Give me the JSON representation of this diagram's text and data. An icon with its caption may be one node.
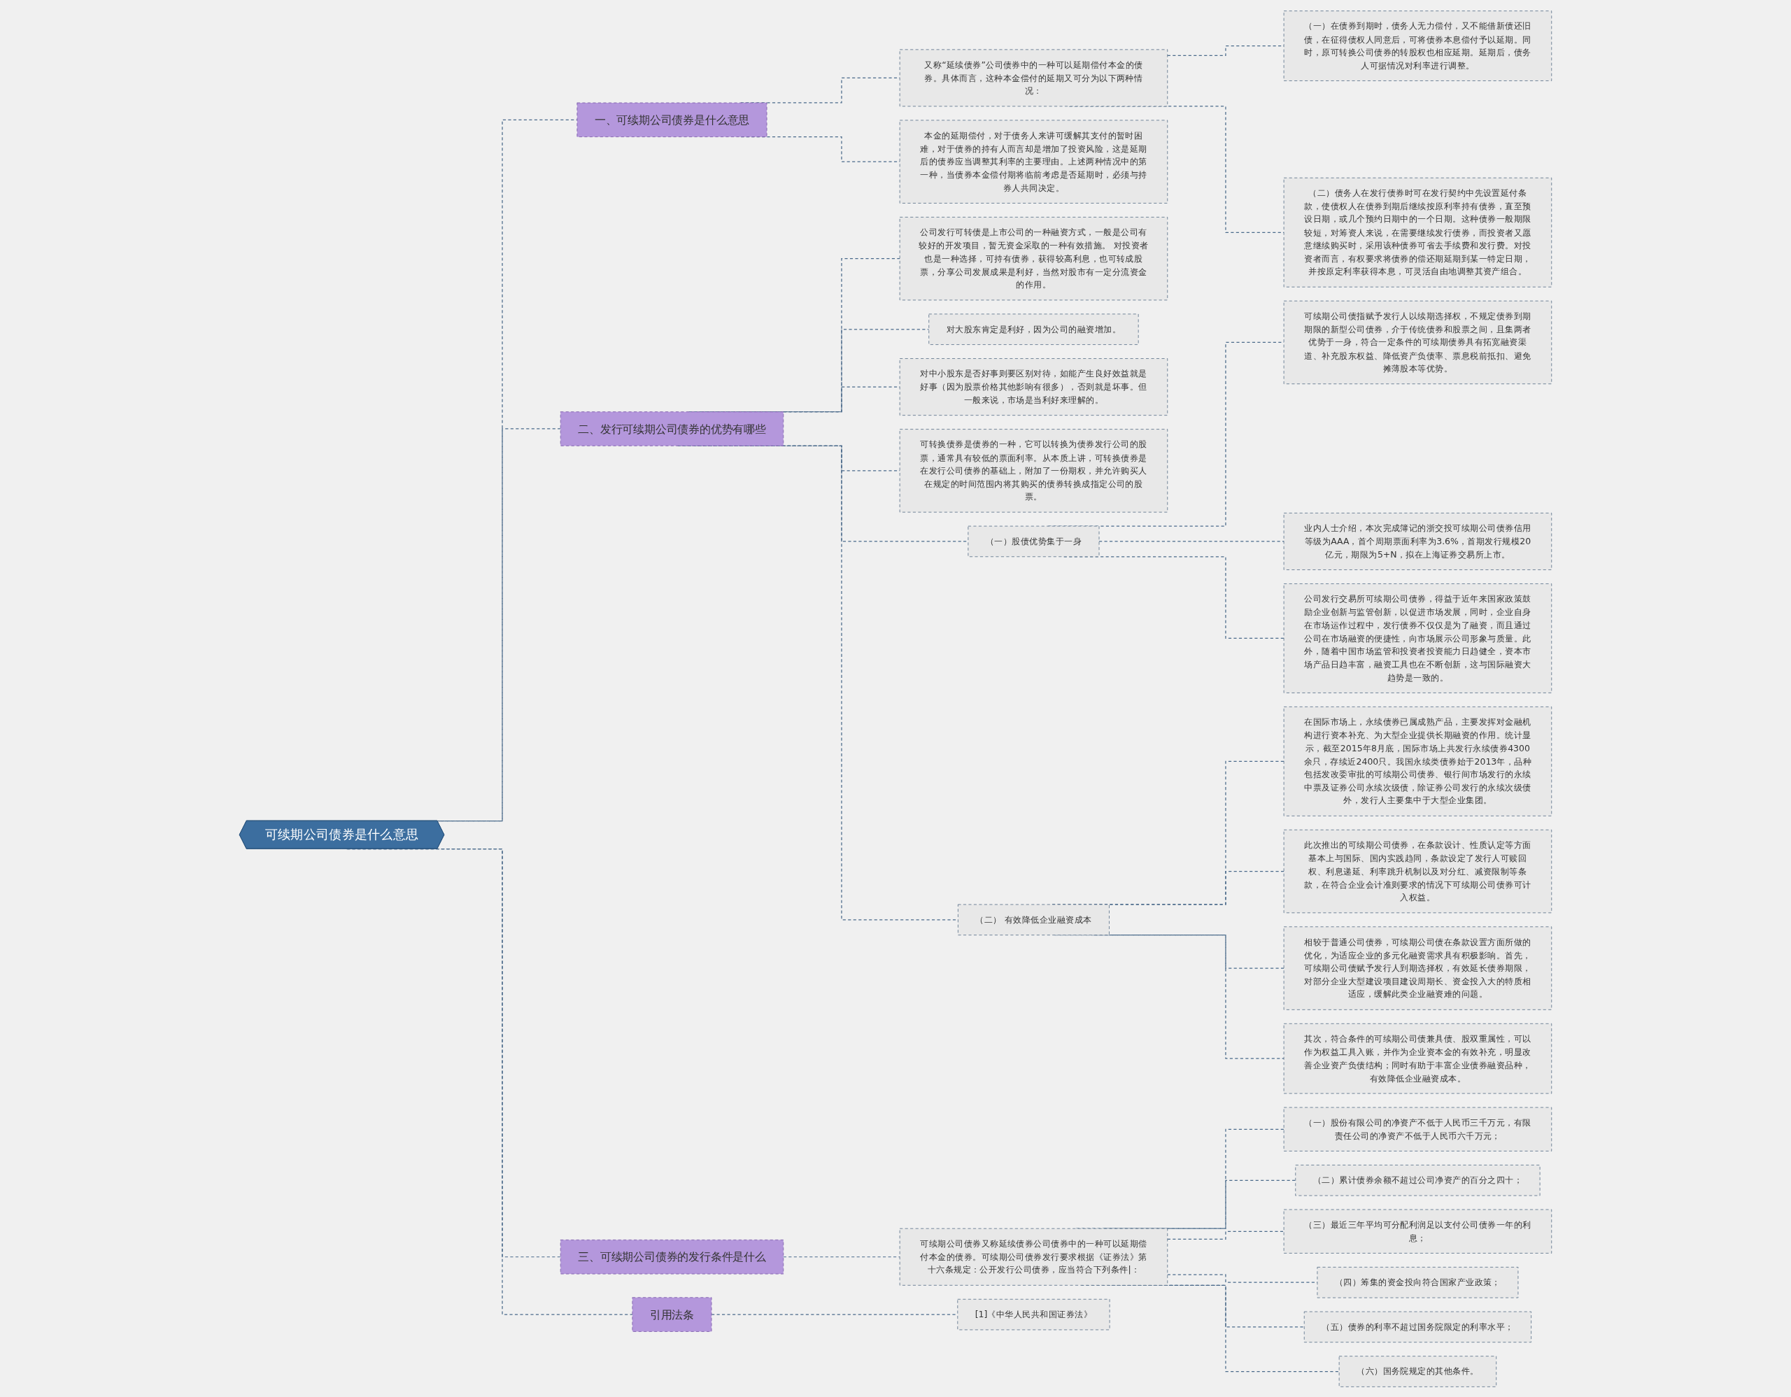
{
  "diagram": {
    "nodes": [
      {
        "text": [
          "可续期公司债券是什么意思"
        ]
      },
      {
        "text": [
          "一、可续期公司债券是什么意思"
        ]
      },
      {
        "text": [
          "又称“延续债券”公司债券中的一种可以延期偿付本金的债券。具体而言，这种本金偿付的延期又可分为以下两种情况："
        ]
      },
      {
        "text": [
          "（一）在债券到期时，债务人无力偿付，又不能借新债还旧债，在征得债权人同意后，可将债券本息偿付予以延期。同时，原可转换公司债券的转股权也相应延期。延期后，债务人可据情况对利率进行调整。"
        ]
      },
      {
        "text": [
          "（二）债务人在发行债券时可在发行契约中先设置延付条款，使债权人在债券到期后继续按原利率持有债券，直至预设日期，或几个预约日期中的一个日期。这种债券一般期限较短，对筹资人来说，在需要继续发行债券，而投资者又愿意继续购买时，采用该种债券可省去手续费和发行费。对投资者而言，有权要求将债券的偿还期延期到某一特定日期，并按原定利率获得本息，可灵活自由地调整其资产组合。"
        ]
      },
      {
        "text": [
          "本金的延期偿付，对于债务人来讲可缓解其支付的暂时困难，对于债券的持有人而言却是增加了投资风险，这是延期后的债券应当调整其利率的主要理由。上述两种情况中的第一种，当债券本金偿付期将临前考虑是否延期时，必须与持券人共同决定。"
        ]
      },
      {
        "text": [
          "二、发行可续期公司债券的优势有哪些"
        ]
      },
      {
        "text": [
          "公司发行可转债是上市公司的一种融资方式，一般是公司有较好的开发项目，暂无资金采取的一种有效措施。 对投资者也是一种选择，可持有债券，获得较高利息，也可转成股票，分享公司发展成果是利好，当然对股市有一定分流资金的作用。"
        ]
      },
      {
        "text": [
          "对大股东肯定是利好，因为公司的融资增加。"
        ]
      },
      {
        "text": [
          "对中小股东是否好事则要区别对待，如能产生良好效益就是好事（因为股票价格其他影响有很多），否则就是坏事。但一般来说，市场是当利好来理解的。"
        ]
      },
      {
        "text": [
          "可转换债券是债券的一种，它可以转换为债券发行公司的股票，通常具有较低的票面利率。从本质上讲，可转换债券是在发行公司债券的基础上，附加了一份期权，并允许购买人在规定的时间范围内将其购买的债券转换成指定公司的股票。"
        ]
      },
      {
        "text": [
          "（一）股债优势集于一身"
        ]
      },
      {
        "text": [
          "可续期公司债指赋予发行人以续期选择权，不规定债券到期期限的新型公司债券，介于传统债券和股票之间，且集两者优势于一身，符合一定条件的可续期债券具有拓宽融资渠道、补充股东权益、降低资产负债率、票息税前抵扣、避免摊薄股本等优势。"
        ]
      },
      {
        "text": [
          "业内人士介绍，本次完成簿记的浙交投可续期公司债券信用等级为AAA，首个周期票面利率为3.6%，首期发行规模20亿元，期限为5+N，拟在上海证券交易所上市。"
        ]
      },
      {
        "text": [
          "公司发行交易所可续期公司债券，得益于近年来国家政策鼓励企业创新与监管创新，以促进市场发展，同时，企业自身在市场运作过程中，发行债券不仅仅是为了融资，而且通过公司在市场融资的便捷性，向市场展示公司形象与质量。此外，随着中国市场监管和投资者投资能力日趋健全，资本市场产品日趋丰富，融资工具也在不断创新，这与国际融资大趋势是一致的。"
        ]
      },
      {
        "text": [
          "（二） 有效降低企业融资成本"
        ]
      },
      {
        "text": [
          "在国际市场上，永续债券已属成熟产品，主要发挥对金融机构进行资本补充、为大型企业提供长期融资的作用。统计显示，截至2015年8月底，国际市场上共发行永续债券4300余只，存续近2400只。我国永续类债券始于2013年，品种包括发改委审批的可续期公司债券、银行间市场发行的永续中票及证券公司永续次级债，除证券公司发行的永续次级债外，发行人主要集中于大型企业集团。"
        ]
      },
      {
        "text": [
          "此次推出的可续期公司债券，在条款设计、性质认定等方面基本上与国际、国内实践趋同，条款设定了发行人可赎回权、利息递延、利率跳升机制以及对分红、减资限制等条款，在符合企业会计准则要求的情况下可续期公司债券可计入权益。"
        ]
      },
      {
        "text": [
          "相较于普通公司债券，可续期公司债在条款设置方面所做的优化，为适应企业的多元化融资需求具有积极影响。首先，可续期公司债赋予发行人到期选择权，有效延长债券期限，对部分企业大型建设项目建设周期长、资金投入大的特质相适应，缓解此类企业融资难的问题。"
        ]
      },
      {
        "text": [
          "其次，符合条件的可续期公司债兼具债、股双重属性，可以作为权益工具入账，并作为企业资本金的有效补充，明显改善企业资产负债结构；同时有助于丰富企业债券融资品种，有效降低企业融资成本。"
        ]
      },
      {
        "text": [
          "三、可续期公司债券的发行条件是什么"
        ]
      },
      {
        "text": [
          "可续期公司债券又称延续债券公司债券中的一种可以延期偿付本金的债券。可续期公司债券发行要求根据《证券法》第十六条规定：公开发行公司债券，应当符合下列条件|："
        ]
      },
      {
        "text": [
          "（一）股份有限公司的净资产不低于人民币三千万元，有限责任公司的净资产不低于人民币六千万元；"
        ]
      },
      {
        "text": [
          "（二）累计债券余额不超过公司净资产的百分之四十；"
        ]
      },
      {
        "text": [
          "（三）最近三年平均可分配利润足以支付公司债券一年的利息；"
        ]
      },
      {
        "text": [
          "（四）筹集的资金投向符合国家产业政策；"
        ]
      },
      {
        "text": [
          "（五）债券的利率不超过国务院限定的利率水平；"
        ]
      },
      {
        "text": [
          "（六）国务院规定的其他条件。"
        ]
      },
      {
        "text": [
          "引用法条"
        ]
      },
      {
        "text": [
          "[1]《中华人民共和国证券法》"
        ]
      }
    ],
    "edges": [
      {
        "from": 0,
        "to": 1,
        "arrow": "none"
      },
      {
        "from": 1,
        "to": 2,
        "arrow": "none"
      },
      {
        "from": 2,
        "to": 3,
        "arrow": "none"
      },
      {
        "from": 2,
        "to": 4,
        "arrow": "none"
      },
      {
        "from": 1,
        "to": 5,
        "arrow": "none"
      },
      {
        "from": 0,
        "to": 6,
        "arrow": "none"
      },
      {
        "from": 6,
        "to": 7,
        "arrow": "none"
      },
      {
        "from": 6,
        "to": 8,
        "arrow": "none"
      },
      {
        "from": 6,
        "to": 9,
        "arrow": "none"
      },
      {
        "from": 6,
        "to": 10,
        "arrow": "none"
      },
      {
        "from": 6,
        "to": 11,
        "arrow": "none"
      },
      {
        "from": 11,
        "to": 12,
        "arrow": "none"
      },
      {
        "from": 11,
        "to": 13,
        "arrow": "none"
      },
      {
        "from": 11,
        "to": 14,
        "arrow": "none"
      },
      {
        "from": 6,
        "to": 15,
        "arrow": "none"
      },
      {
        "from": 15,
        "to": 16,
        "arrow": "none"
      },
      {
        "from": 15,
        "to": 17,
        "arrow": "none"
      },
      {
        "from": 15,
        "to": 18,
        "arrow": "none"
      },
      {
        "from": 15,
        "to": 19,
        "arrow": "none"
      },
      {
        "from": 0,
        "to": 20,
        "arrow": "none"
      },
      {
        "from": 20,
        "to": 21,
        "arrow": "none"
      },
      {
        "from": 21,
        "to": 22,
        "arrow": "none"
      },
      {
        "from": 21,
        "to": 23,
        "arrow": "none"
      },
      {
        "from": 21,
        "to": 24,
        "arrow": "none"
      },
      {
        "from": 21,
        "to": 25,
        "arrow": "none"
      },
      {
        "from": 21,
        "to": 26,
        "arrow": "none"
      },
      {
        "from": 21,
        "to": 27,
        "arrow": "none"
      },
      {
        "from": 0,
        "to": 28,
        "arrow": "none"
      },
      {
        "from": 28,
        "to": 29,
        "arrow": "none"
      }
    ]
  }
}
